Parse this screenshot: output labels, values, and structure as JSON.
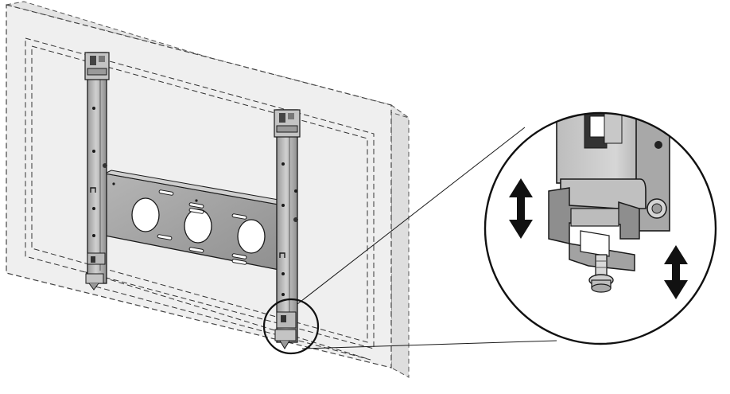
{
  "figure": {
    "colors": {
      "wall": "#efefef",
      "wall_edge": "#dadada",
      "metal_light": "#c9c9c9",
      "metal_mid": "#a8a8a8",
      "metal_dark": "#7d7d7d",
      "outline": "#1a1a1a"
    },
    "parts": {
      "wall": "wall-panel",
      "display_outline": "display-dashed-outline",
      "left_rail": "left-vertical-rail",
      "right_rail": "right-vertical-rail",
      "crossbar": "horizontal-mounting-plate",
      "detail_circle": "detail-callout-circle",
      "magnified_view": "magnified-bracket-detail",
      "arrow_left": "up-down-arrow-icon",
      "arrow_right": "up-down-arrow-icon"
    }
  }
}
